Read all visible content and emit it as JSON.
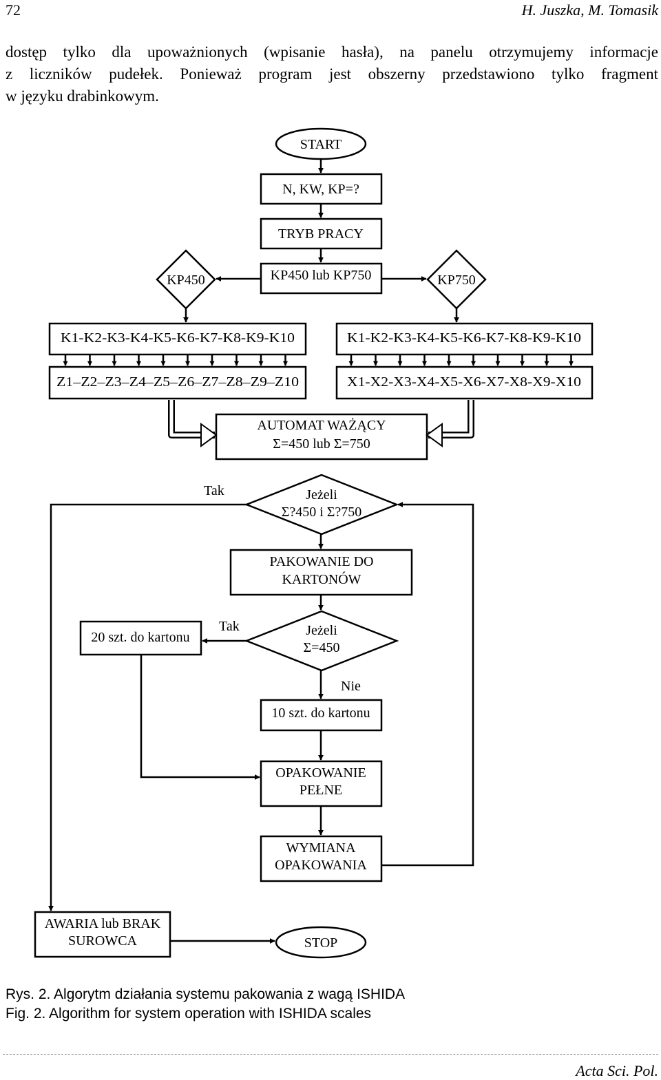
{
  "header": {
    "page_number": "72",
    "authors": "H. Juszka, M. Tomasik"
  },
  "body_text": [
    "dostęp tylko dla upoważnionych (wpisanie hasła), na panelu otrzymujemy informacje",
    "z liczników pudełek. Ponieważ program jest obszerny przedstawiono tylko fragment",
    "w języku drabinkowym."
  ],
  "flowchart": {
    "start": "START",
    "input": "N, KW, KP=?",
    "mode": "TRYB PRACY",
    "choice": "KP450 lub KP750",
    "kp450": "KP450",
    "kp750": "KP750",
    "counters_left": "K1-K2-K3-K4-K5-K6-K7-K8-K9-K10",
    "counters_right": "K1-K2-K3-K4-K5-K6-K7-K8-K9-K10",
    "outputs_left": "Z1–Z2–Z3–Z4–Z5–Z6–Z7–Z8–Z9–Z10",
    "outputs_right": "X1-X2-X3-X4-X5-X6-X7-X8-X9-X10",
    "weigher_line1": "AUTOMAT WAŻĄCY",
    "weigher_line2": "Σ=450 lub Σ=750",
    "decision1_line1": "Jeżeli",
    "decision1_line2": "Σ?450 i Σ?750",
    "tak1": "Tak",
    "packing_line1": "PAKOWANIE DO",
    "packing_line2": "KARTONÓW",
    "decision2_line1": "Jeżeli",
    "decision2_line2": "Σ=450",
    "tak2": "Tak",
    "nie": "Nie",
    "box20": "20 szt. do kartonu",
    "box10": "10 szt. do kartonu",
    "full_line1": "OPAKOWANIE",
    "full_line2": "PEŁNE",
    "replace_line1": "WYMIANA",
    "replace_line2": "OPAKOWANIA",
    "fault_line1": "AWARIA lub BRAK",
    "fault_line2": "SUROWCA",
    "stop": "STOP"
  },
  "caption": {
    "pl": "Rys. 2.  Algorytm działania systemu pakowania z wagą ISHIDA",
    "en": "Fig. 2.  Algorithm for system operation with ISHIDA scales"
  },
  "footer": {
    "journal": "Acta Sci. Pol."
  }
}
